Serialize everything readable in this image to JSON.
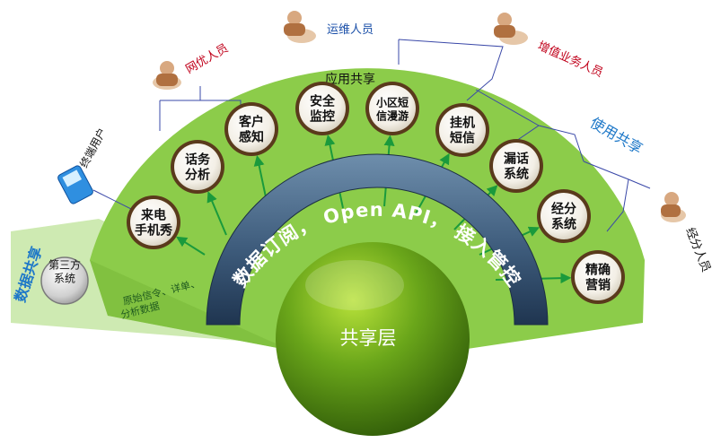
{
  "title": "",
  "core": {
    "label": "共享层"
  },
  "arc_ribbon": {
    "text": "数据订阅， Open API， 接入管控"
  },
  "zone_labels": {
    "app_share": "应用共享",
    "use_share": "使用共享",
    "data_share": "数据共享"
  },
  "app_nodes": [
    {
      "id": "caller-show",
      "label": "来电\n手机秀"
    },
    {
      "id": "call-analysis",
      "label": "话务\n分析"
    },
    {
      "id": "customer-perception",
      "label": "客户\n感知"
    },
    {
      "id": "security-monitor",
      "label": "安全\n监控"
    },
    {
      "id": "cell-sms-roaming",
      "label": "小区短\n信漫游"
    },
    {
      "id": "hangup-sms",
      "label": "挂机\n短信"
    },
    {
      "id": "missed-call-system",
      "label": "漏话\n系统"
    },
    {
      "id": "distribution-system",
      "label": "经分\n系统"
    },
    {
      "id": "precision-marketing",
      "label": "精确\n营销"
    }
  ],
  "third_party": {
    "label": "第三方\n系统",
    "note": "原始信令、详单、\n分析数据"
  },
  "roles": {
    "terminal_user": "终端用户",
    "network_staff": "网优人员",
    "ops_staff": "运维人员",
    "vas_staff": "增值业务人员",
    "distribution_staff": "经分人员"
  },
  "colors": {
    "fan_green": "#8ccc4a",
    "data_band": "#c6e6a4",
    "ring_blue": "#3a5878",
    "core_green": "#4e8a12",
    "arrow_green": "#1a9a3c",
    "role_red": "#c0001a",
    "role_blue": "#1a4fa8",
    "use_share_blue": "#1e78c8",
    "bracket_blue": "#3a48a8"
  }
}
